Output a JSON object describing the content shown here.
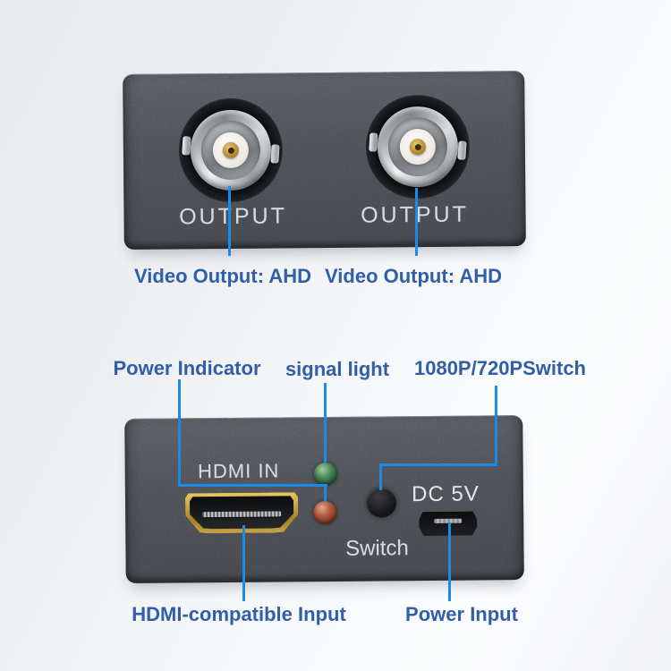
{
  "device": {
    "top_panel": {
      "connectors": [
        {
          "type": "BNC",
          "label": "OUTPUT"
        },
        {
          "type": "BNC",
          "label": "OUTPUT"
        }
      ]
    },
    "bottom_panel": {
      "hdmi_port_label": "HDMI IN",
      "power_port_label": "DC 5V",
      "switch_label": "Switch",
      "leds": [
        {
          "name": "signal light",
          "color": "green"
        },
        {
          "name": "power indicator",
          "color": "red"
        }
      ],
      "ports": [
        "HDMI input",
        "micro-USB power input"
      ],
      "button": "1080P/720P switch"
    }
  },
  "annotations": {
    "video_output_left": "Video Output: AHD",
    "video_output_right": "Video Output: AHD",
    "power_indicator": "Power Indicator",
    "signal_light": "signal light",
    "resolution_switch": "1080P/720PSwitch",
    "hdmi_input": "HDMI-compatible Input",
    "power_input": "Power Input"
  },
  "colors": {
    "callout_line": "#1b8ce6",
    "annotation_text": "#315ea8",
    "panel_body": "#4a4d52",
    "silkscreen_text": "#e2e5e8",
    "led_green": "#4c8a59",
    "led_red": "#b05a40",
    "hdmi_gold": "#c9a348"
  }
}
